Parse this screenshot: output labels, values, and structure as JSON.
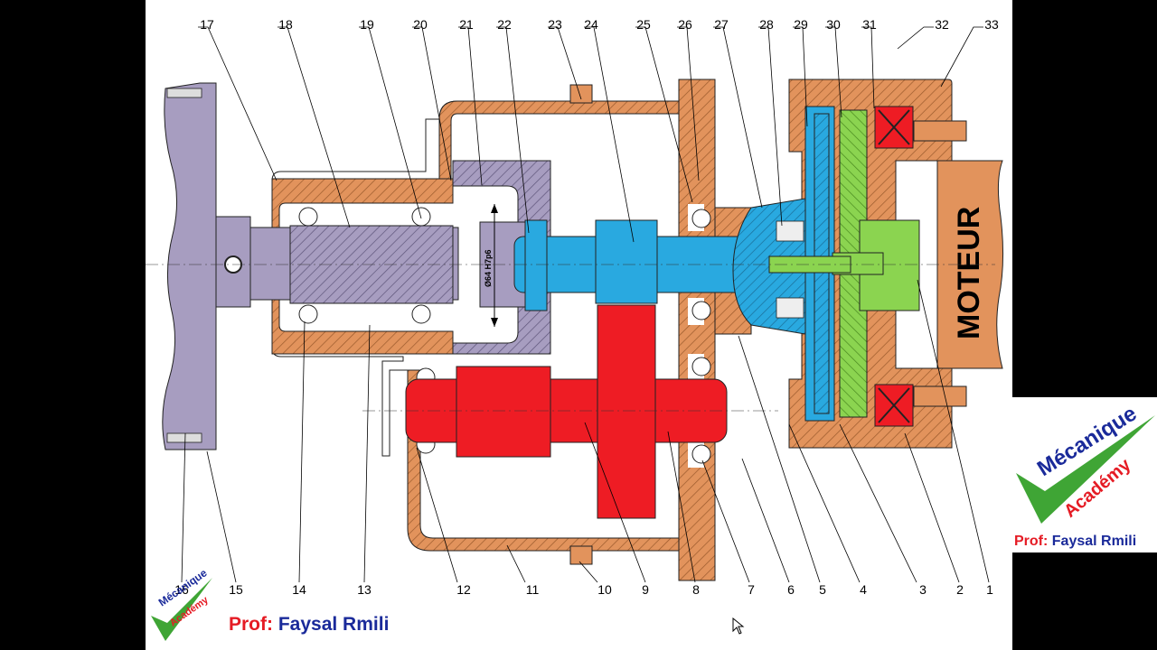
{
  "diagram": {
    "top_labels": [
      "17",
      "18",
      "19",
      "20",
      "21",
      "22",
      "23",
      "24",
      "25",
      "26",
      "27",
      "28",
      "29",
      "30",
      "31",
      "32",
      "33"
    ],
    "bottom_labels": [
      "16",
      "15",
      "14",
      "13",
      "12",
      "11",
      "10",
      "9",
      "8",
      "7",
      "6",
      "5",
      "4",
      "3",
      "2",
      "1"
    ],
    "motor_label": "MOTEUR",
    "dimension_label": "Ø64 H7p6",
    "colors": {
      "housing": "#e2935c",
      "input_shaft": "#a79dc0",
      "pinion_shaft": "#29a9e0",
      "gear_shaft": "#ee1c24",
      "coupling": "#8bd450",
      "bearing_block": "#ee1c24"
    }
  },
  "branding": {
    "credit_prefix": "Prof:",
    "credit_name": "Faysal Rmili",
    "logo_word1": "Mécanique",
    "logo_word2": "Académy",
    "right_credit_prefix": "Prof:",
    "right_credit_name": "Faysal Rmili"
  }
}
